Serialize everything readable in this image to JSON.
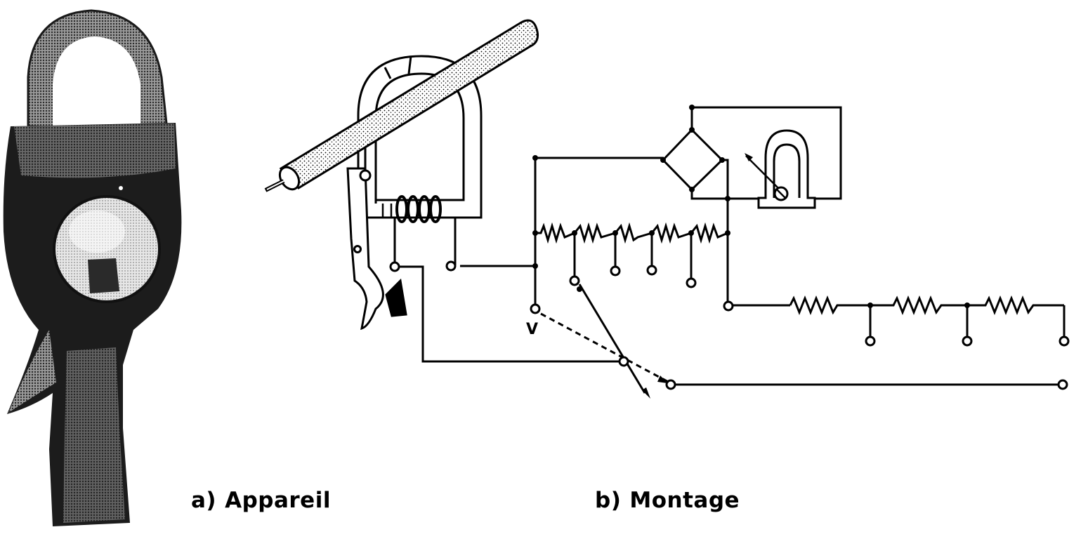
{
  "figure": {
    "panel_a": {
      "tag": "a)",
      "caption": "Appareil"
    },
    "panel_b": {
      "tag": "b)",
      "caption": "Montage"
    },
    "switch_position_label": "V"
  },
  "colors": {
    "ink": "#000000",
    "paper": "#ffffff",
    "photo_dark": "#1c1c1c",
    "photo_light": "#d9d9d9"
  },
  "icons": {
    "photo": "clamp-meter-photo",
    "cable": "conductor-cable",
    "core": "magnetic-core-clamp",
    "galvanometer": "galvanometer-icon",
    "bridge": "rectifier-bridge-icon"
  }
}
